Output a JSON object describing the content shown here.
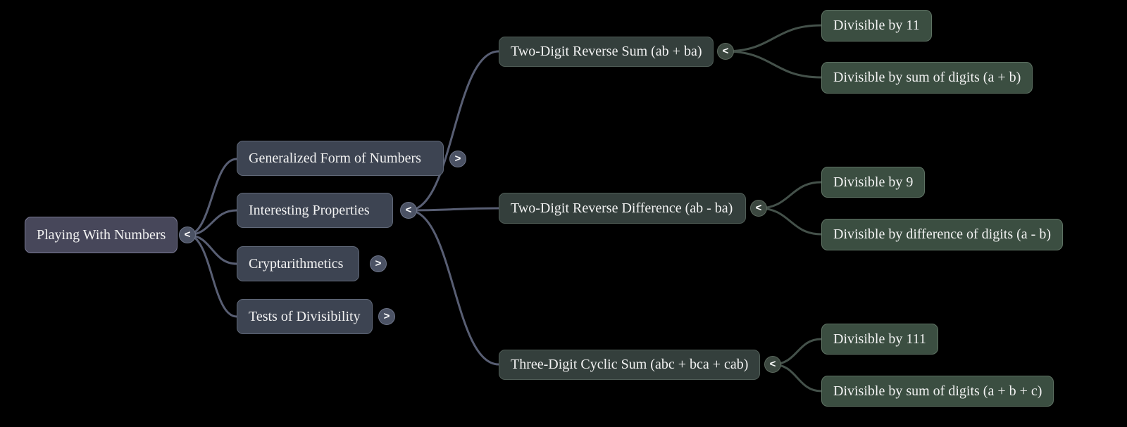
{
  "colors": {
    "background": "#000000",
    "text": "#f2f2f2",
    "root_fill": "#47475a",
    "root_border": "#7b7b96",
    "branch_fill": "#3d4452",
    "branch_border": "#606878",
    "subbranch_fill": "#343f3c",
    "subbranch_border": "#4f5c56",
    "leaf_fill": "#3b4e41",
    "leaf_border": "#5e7263",
    "toggle_slate_fill": "#4b5264",
    "toggle_slate_border": "#6d7488",
    "toggle_green_fill": "#3b473f",
    "toggle_green_border": "#5a675c",
    "edge_slate": "#585e73",
    "edge_green": "#44514a"
  },
  "mindmap": {
    "root": {
      "label": "Playing With Numbers",
      "toggle": "<"
    },
    "branches": [
      {
        "label": "Generalized Form of Numbers",
        "toggle": ">"
      },
      {
        "label": "Interesting Properties",
        "toggle": "<",
        "children": [
          {
            "label": "Two-Digit Reverse Sum (ab + ba)",
            "toggle": "<",
            "children": [
              {
                "label": "Divisible by 11"
              },
              {
                "label": "Divisible by sum of digits (a + b)"
              }
            ]
          },
          {
            "label": "Two-Digit Reverse Difference (ab - ba)",
            "toggle": "<",
            "children": [
              {
                "label": "Divisible by 9"
              },
              {
                "label": "Divisible by difference of digits (a - b)"
              }
            ]
          },
          {
            "label": "Three-Digit Cyclic Sum (abc + bca + cab)",
            "toggle": "<",
            "children": [
              {
                "label": "Divisible by 111"
              },
              {
                "label": "Divisible by sum of digits (a + b + c)"
              }
            ]
          }
        ]
      },
      {
        "label": "Cryptarithmetics",
        "toggle": ">"
      },
      {
        "label": "Tests of Divisibility",
        "toggle": ">"
      }
    ]
  }
}
